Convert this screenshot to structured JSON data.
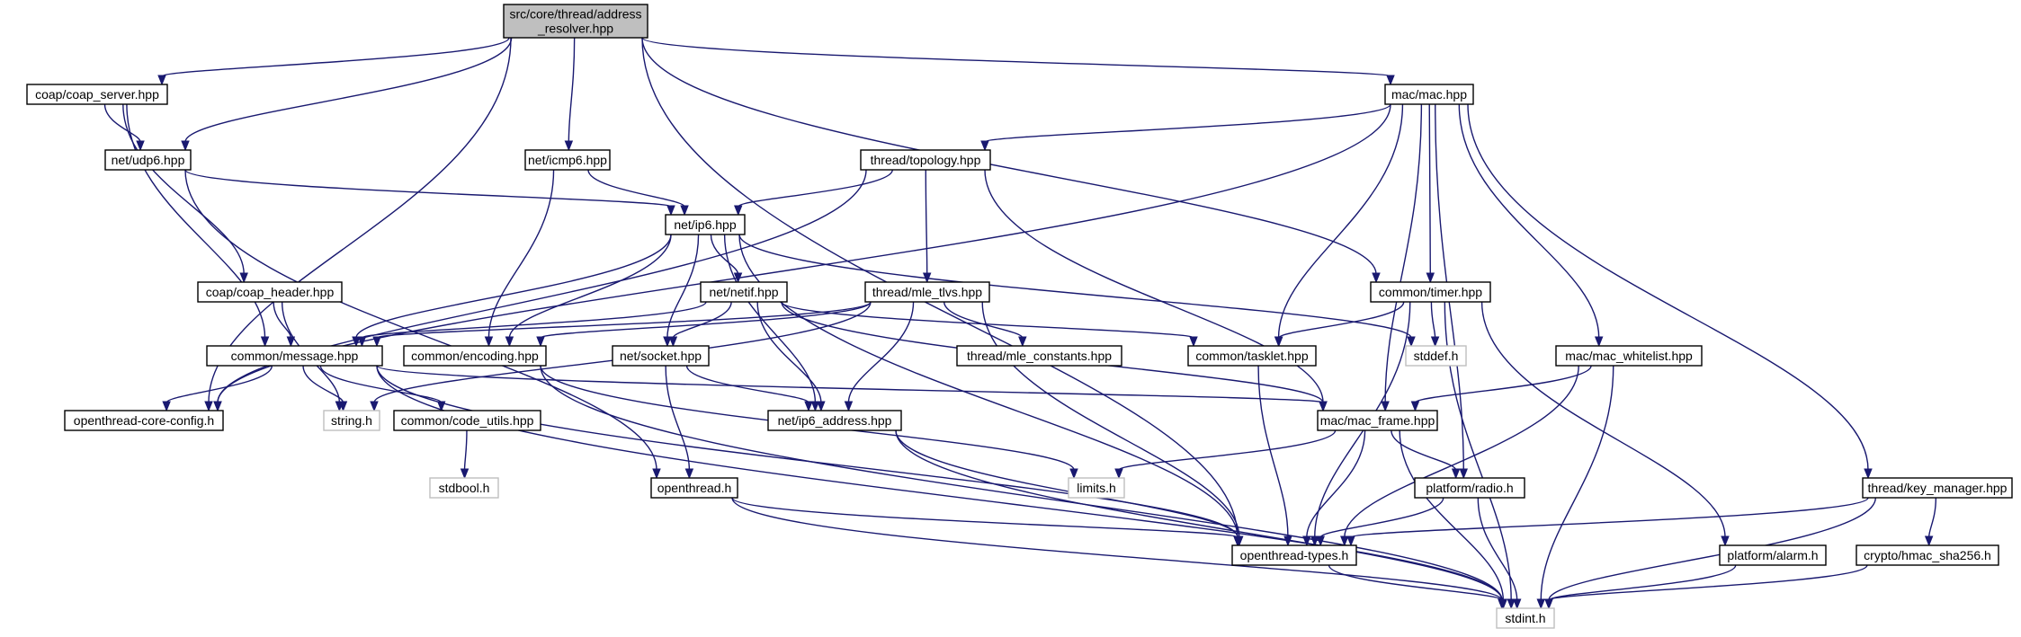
{
  "graph": {
    "colors": {
      "edge": "#191970",
      "root_fill": "#bfbfbf",
      "box_stroke": "#000000",
      "system_stroke": "#bfbfbf"
    },
    "nodes": [
      {
        "id": "root",
        "lines": [
          "src/core/thread/address",
          "_resolver.hpp"
        ],
        "kind": "root"
      },
      {
        "id": "coap_server",
        "lines": [
          "coap/coap_server.hpp"
        ],
        "kind": "project"
      },
      {
        "id": "udp6",
        "lines": [
          "net/udp6.hpp"
        ],
        "kind": "project"
      },
      {
        "id": "icmp6",
        "lines": [
          "net/icmp6.hpp"
        ],
        "kind": "project"
      },
      {
        "id": "mac",
        "lines": [
          "mac/mac.hpp"
        ],
        "kind": "project"
      },
      {
        "id": "topology",
        "lines": [
          "thread/topology.hpp"
        ],
        "kind": "project"
      },
      {
        "id": "ip6",
        "lines": [
          "net/ip6.hpp"
        ],
        "kind": "project"
      },
      {
        "id": "coap_header",
        "lines": [
          "coap/coap_header.hpp"
        ],
        "kind": "project"
      },
      {
        "id": "netif",
        "lines": [
          "net/netif.hpp"
        ],
        "kind": "project"
      },
      {
        "id": "mle_tlvs",
        "lines": [
          "thread/mle_tlvs.hpp"
        ],
        "kind": "project"
      },
      {
        "id": "timer",
        "lines": [
          "common/timer.hpp"
        ],
        "kind": "project"
      },
      {
        "id": "message",
        "lines": [
          "common/message.hpp"
        ],
        "kind": "project"
      },
      {
        "id": "encoding",
        "lines": [
          "common/encoding.hpp"
        ],
        "kind": "project"
      },
      {
        "id": "socket",
        "lines": [
          "net/socket.hpp"
        ],
        "kind": "project"
      },
      {
        "id": "mle_constants",
        "lines": [
          "thread/mle_constants.hpp"
        ],
        "kind": "project"
      },
      {
        "id": "tasklet",
        "lines": [
          "common/tasklet.hpp"
        ],
        "kind": "project"
      },
      {
        "id": "stddef",
        "lines": [
          "stddef.h"
        ],
        "kind": "system"
      },
      {
        "id": "mac_whitelist",
        "lines": [
          "mac/mac_whitelist.hpp"
        ],
        "kind": "project"
      },
      {
        "id": "core_config",
        "lines": [
          "openthread-core-config.h"
        ],
        "kind": "project"
      },
      {
        "id": "string",
        "lines": [
          "string.h"
        ],
        "kind": "system"
      },
      {
        "id": "code_utils",
        "lines": [
          "common/code_utils.hpp"
        ],
        "kind": "project"
      },
      {
        "id": "ip6_address",
        "lines": [
          "net/ip6_address.hpp"
        ],
        "kind": "project"
      },
      {
        "id": "mac_frame",
        "lines": [
          "mac/mac_frame.hpp"
        ],
        "kind": "project"
      },
      {
        "id": "stdbool",
        "lines": [
          "stdbool.h"
        ],
        "kind": "system"
      },
      {
        "id": "openthread",
        "lines": [
          "openthread.h"
        ],
        "kind": "project"
      },
      {
        "id": "limits",
        "lines": [
          "limits.h"
        ],
        "kind": "system"
      },
      {
        "id": "radio",
        "lines": [
          "platform/radio.h"
        ],
        "kind": "project"
      },
      {
        "id": "key_manager",
        "lines": [
          "thread/key_manager.hpp"
        ],
        "kind": "project"
      },
      {
        "id": "ot_types",
        "lines": [
          "openthread-types.h"
        ],
        "kind": "project"
      },
      {
        "id": "alarm",
        "lines": [
          "platform/alarm.h"
        ],
        "kind": "project"
      },
      {
        "id": "hmac",
        "lines": [
          "crypto/hmac_sha256.h"
        ],
        "kind": "project"
      },
      {
        "id": "stdint",
        "lines": [
          "stdint.h"
        ],
        "kind": "system"
      }
    ],
    "edges": [
      [
        "root",
        "coap_server"
      ],
      [
        "root",
        "udp6"
      ],
      [
        "root",
        "core_config"
      ],
      [
        "root",
        "icmp6"
      ],
      [
        "root",
        "timer"
      ],
      [
        "root",
        "mac"
      ],
      [
        "root",
        "ot_types"
      ],
      [
        "coap_server",
        "udp6"
      ],
      [
        "coap_server",
        "coap_header"
      ],
      [
        "coap_server",
        "message"
      ],
      [
        "udp6",
        "ip6"
      ],
      [
        "udp6",
        "openthread"
      ],
      [
        "icmp6",
        "ip6"
      ],
      [
        "icmp6",
        "encoding"
      ],
      [
        "mac",
        "core_config"
      ],
      [
        "mac",
        "topology"
      ],
      [
        "mac",
        "tasklet"
      ],
      [
        "mac",
        "timer"
      ],
      [
        "mac",
        "mac_frame"
      ],
      [
        "mac",
        "mac_whitelist"
      ],
      [
        "mac",
        "radio"
      ],
      [
        "mac",
        "key_manager"
      ],
      [
        "topology",
        "core_config"
      ],
      [
        "topology",
        "ip6"
      ],
      [
        "topology",
        "mle_tlvs"
      ],
      [
        "topology",
        "mac_frame"
      ],
      [
        "ip6",
        "message"
      ],
      [
        "ip6",
        "encoding"
      ],
      [
        "ip6",
        "netif"
      ],
      [
        "ip6",
        "socket"
      ],
      [
        "ip6",
        "ip6_address"
      ],
      [
        "ip6",
        "ot_types"
      ],
      [
        "ip6",
        "stddef"
      ],
      [
        "coap_header",
        "message"
      ],
      [
        "coap_header",
        "string"
      ],
      [
        "netif",
        "message"
      ],
      [
        "netif",
        "socket"
      ],
      [
        "netif",
        "ip6_address"
      ],
      [
        "netif",
        "tasklet"
      ],
      [
        "netif",
        "mac_frame"
      ],
      [
        "mle_tlvs",
        "message"
      ],
      [
        "mle_tlvs",
        "encoding"
      ],
      [
        "mle_tlvs",
        "string"
      ],
      [
        "mle_tlvs",
        "mle_constants"
      ],
      [
        "mle_tlvs",
        "ip6_address"
      ],
      [
        "mle_tlvs",
        "ot_types"
      ],
      [
        "timer",
        "tasklet"
      ],
      [
        "timer",
        "stddef"
      ],
      [
        "timer",
        "ot_types"
      ],
      [
        "timer",
        "alarm"
      ],
      [
        "timer",
        "stdint"
      ],
      [
        "message",
        "core_config"
      ],
      [
        "message",
        "string"
      ],
      [
        "message",
        "code_utils"
      ],
      [
        "message",
        "mac_frame"
      ],
      [
        "message",
        "ot_types"
      ],
      [
        "message",
        "stdint"
      ],
      [
        "encoding",
        "limits"
      ],
      [
        "encoding",
        "stdint"
      ],
      [
        "socket",
        "ip6_address"
      ],
      [
        "socket",
        "openthread"
      ],
      [
        "tasklet",
        "ot_types"
      ],
      [
        "mac_whitelist",
        "mac_frame"
      ],
      [
        "mac_whitelist",
        "ot_types"
      ],
      [
        "mac_whitelist",
        "stdint"
      ],
      [
        "code_utils",
        "stdbool"
      ],
      [
        "ip6_address",
        "ot_types"
      ],
      [
        "ip6_address",
        "stdint"
      ],
      [
        "mac_frame",
        "limits"
      ],
      [
        "mac_frame",
        "ot_types"
      ],
      [
        "mac_frame",
        "radio"
      ],
      [
        "mac_frame",
        "stdint"
      ],
      [
        "openthread",
        "ot_types"
      ],
      [
        "openthread",
        "stdint"
      ],
      [
        "radio",
        "ot_types"
      ],
      [
        "radio",
        "stdint"
      ],
      [
        "key_manager",
        "ot_types"
      ],
      [
        "key_manager",
        "hmac"
      ],
      [
        "key_manager",
        "stdint"
      ],
      [
        "ot_types",
        "stdint"
      ],
      [
        "alarm",
        "stdint"
      ],
      [
        "hmac",
        "stdint"
      ]
    ]
  }
}
